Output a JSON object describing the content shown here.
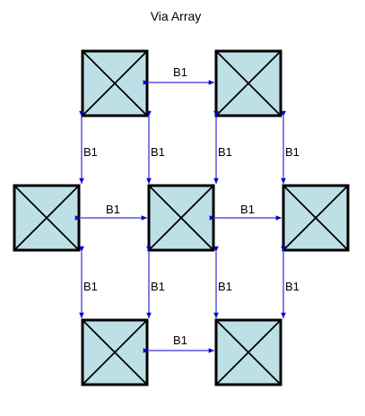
{
  "diagram": {
    "title": "Via Array",
    "spacing_label": "B1",
    "colors": {
      "via_fill": "#bde0e6",
      "via_stroke": "#000000",
      "dimension_line": "#0000cc"
    },
    "vias": [
      {
        "id": "via-top-left"
      },
      {
        "id": "via-top-right"
      },
      {
        "id": "via-middle-left"
      },
      {
        "id": "via-middle-center"
      },
      {
        "id": "via-middle-right"
      },
      {
        "id": "via-bottom-left"
      },
      {
        "id": "via-bottom-right"
      }
    ],
    "dimensions": [
      {
        "id": "dim-top-horizontal",
        "label": "B1"
      },
      {
        "id": "dim-upper-vertical-1",
        "label": "B1"
      },
      {
        "id": "dim-upper-vertical-2",
        "label": "B1"
      },
      {
        "id": "dim-upper-vertical-3",
        "label": "B1"
      },
      {
        "id": "dim-upper-vertical-4",
        "label": "B1"
      },
      {
        "id": "dim-middle-horizontal-left",
        "label": "B1"
      },
      {
        "id": "dim-middle-horizontal-right",
        "label": "B1"
      },
      {
        "id": "dim-lower-vertical-1",
        "label": "B1"
      },
      {
        "id": "dim-lower-vertical-2",
        "label": "B1"
      },
      {
        "id": "dim-lower-vertical-3",
        "label": "B1"
      },
      {
        "id": "dim-lower-vertical-4",
        "label": "B1"
      },
      {
        "id": "dim-bottom-horizontal",
        "label": "B1"
      }
    ]
  }
}
